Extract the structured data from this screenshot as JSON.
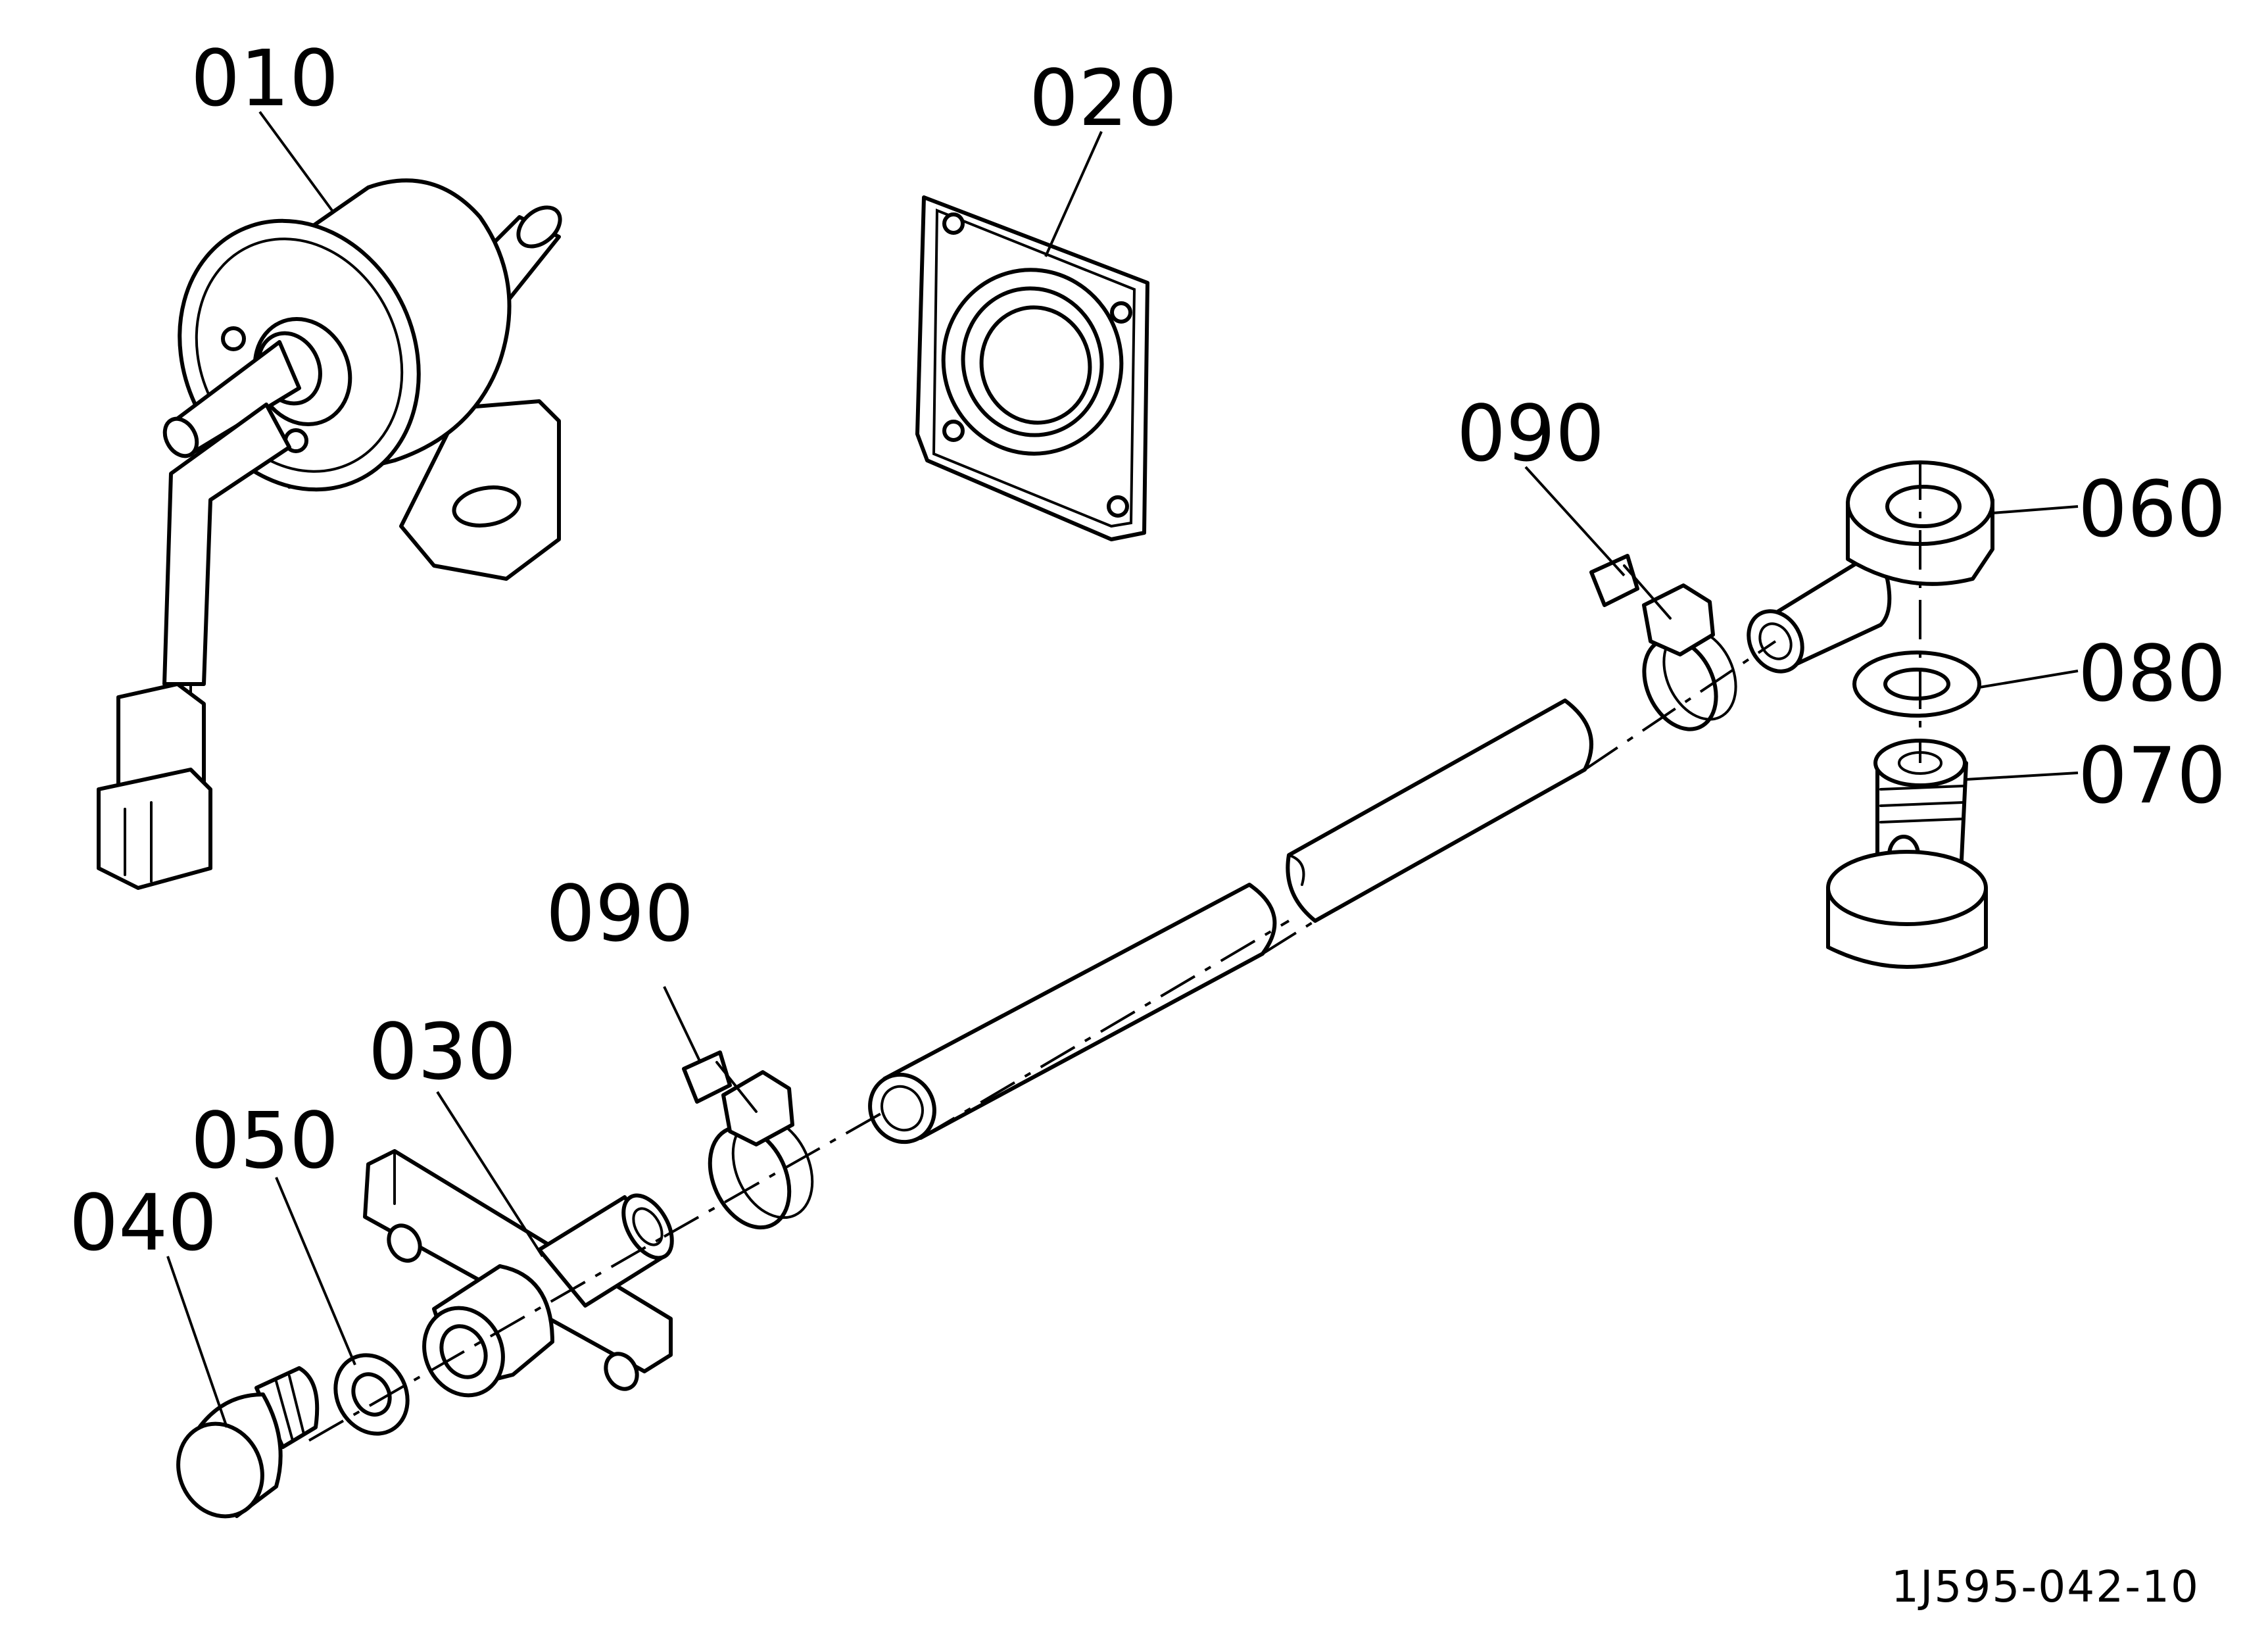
{
  "callouts": [
    {
      "id": "010",
      "text": "010"
    },
    {
      "id": "020",
      "text": "020"
    },
    {
      "id": "030",
      "text": "030"
    },
    {
      "id": "040",
      "text": "040"
    },
    {
      "id": "050",
      "text": "050"
    },
    {
      "id": "060",
      "text": "060"
    },
    {
      "id": "070",
      "text": "070"
    },
    {
      "id": "080",
      "text": "080"
    },
    {
      "id": "090a",
      "text": "090"
    },
    {
      "id": "090b",
      "text": "090"
    }
  ],
  "drawing_number": "1J595-042-10"
}
